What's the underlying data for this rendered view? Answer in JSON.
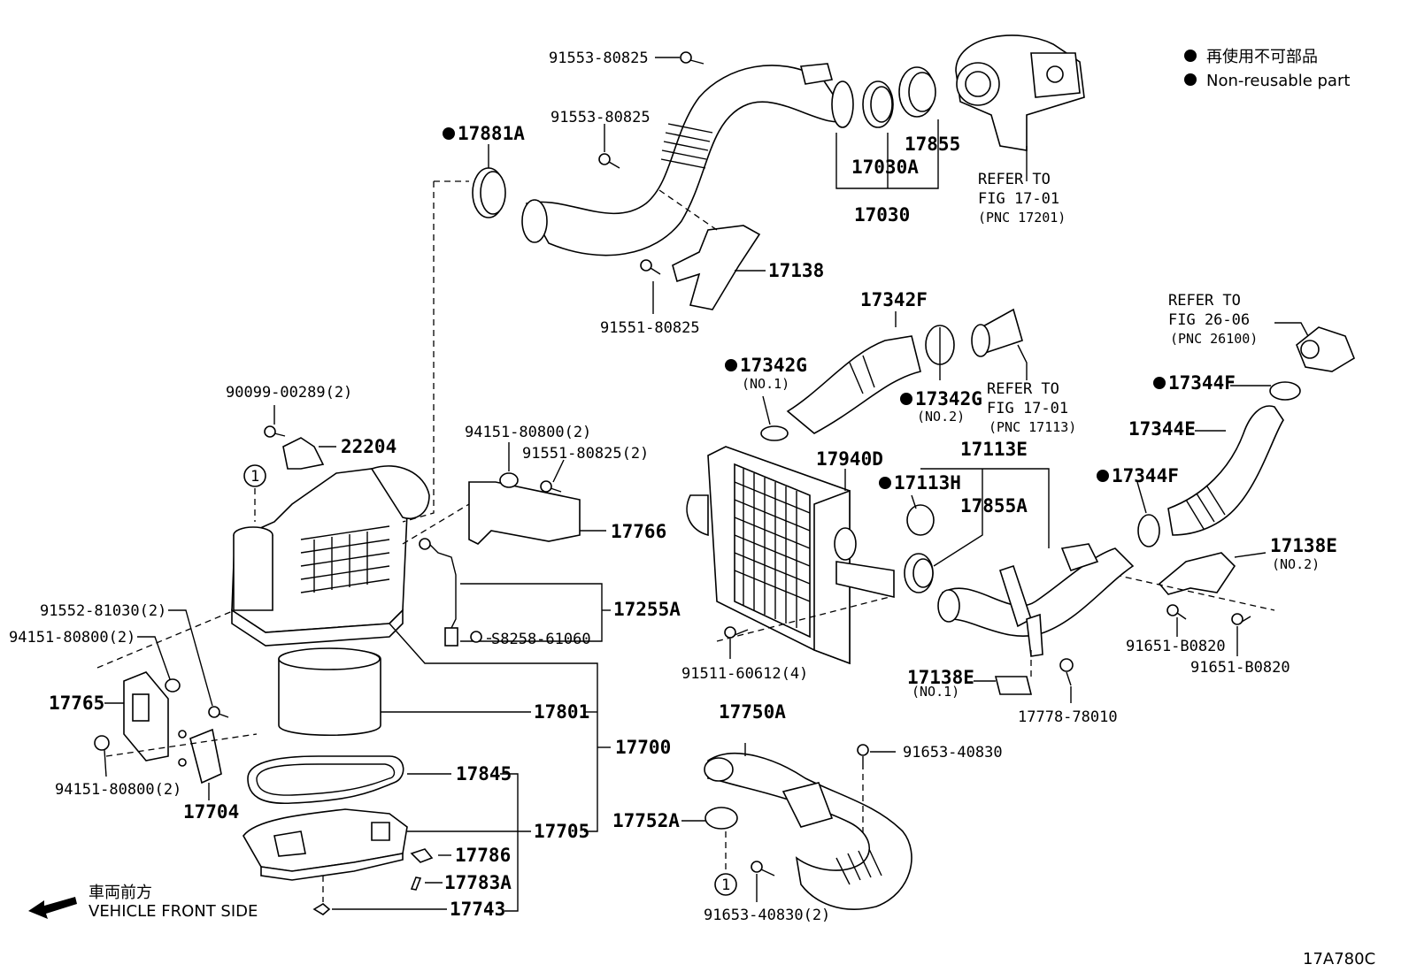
{
  "legend": {
    "line_ja": "再使用不可部品",
    "line_en": "Non-reusable part"
  },
  "figure_code": "17A780C",
  "front": {
    "ja": "車両前方",
    "en": "VEHICLE FRONT SIDE"
  },
  "refs": {
    "turbo": [
      "REFER TO",
      "FIG 17-01",
      "(PNC 17201)"
    ],
    "fig26": [
      "REFER TO",
      "FIG 26-06",
      "(PNC 26100)"
    ],
    "pnc17113": [
      "REFER TO",
      "FIG 17-01",
      "(PNC 17113)"
    ]
  },
  "callout_1": "1",
  "labels": {
    "p91553a": "91553-80825",
    "p91553b": "91553-80825",
    "p17881A": "17881A",
    "p17855": "17855",
    "p17030A": "17030A",
    "p17030": "17030",
    "p17138": "17138",
    "p91551": "91551-80825",
    "p17342F": "17342F",
    "p17342G1": "17342G",
    "no1": "(NO.1)",
    "p17342G2": "17342G",
    "no2": "(NO.2)",
    "p17344F_top": "17344F",
    "p17344E": "17344E",
    "p17344F": "17344F",
    "p90099": "90099-00289(2)",
    "p22204": "22204",
    "p94151a": "94151-80800(2)",
    "p91551b": "91551-80825(2)",
    "p17766": "17766",
    "p17940D": "17940D",
    "p17113E": "17113E",
    "p17113H": "17113H",
    "p17855A": "17855A",
    "p17138E2": "17138E",
    "no2b": "(NO.2)",
    "p17255A": "17255A",
    "pS8258": "S8258-61060",
    "p91552": "91552-81030(2)",
    "p94151b": "94151-80800(2)",
    "p17765": "17765",
    "p91651a": "91651-B0820",
    "p91651b": "91651-B0820",
    "p91511": "91511-60612(4)",
    "p17138E1": "17138E",
    "no1b": "(NO.1)",
    "p17778": "17778-78010",
    "p17801": "17801",
    "p17700": "17700",
    "p94151c": "94151-80800(2)",
    "p17704": "17704",
    "p17750A": "17750A",
    "p91653a": "91653-40830",
    "p17845": "17845",
    "p17705": "17705",
    "p17752A": "17752A",
    "p17786": "17786",
    "p17783A": "17783A",
    "p17743": "17743",
    "p91653b": "91653-40830(2)"
  }
}
